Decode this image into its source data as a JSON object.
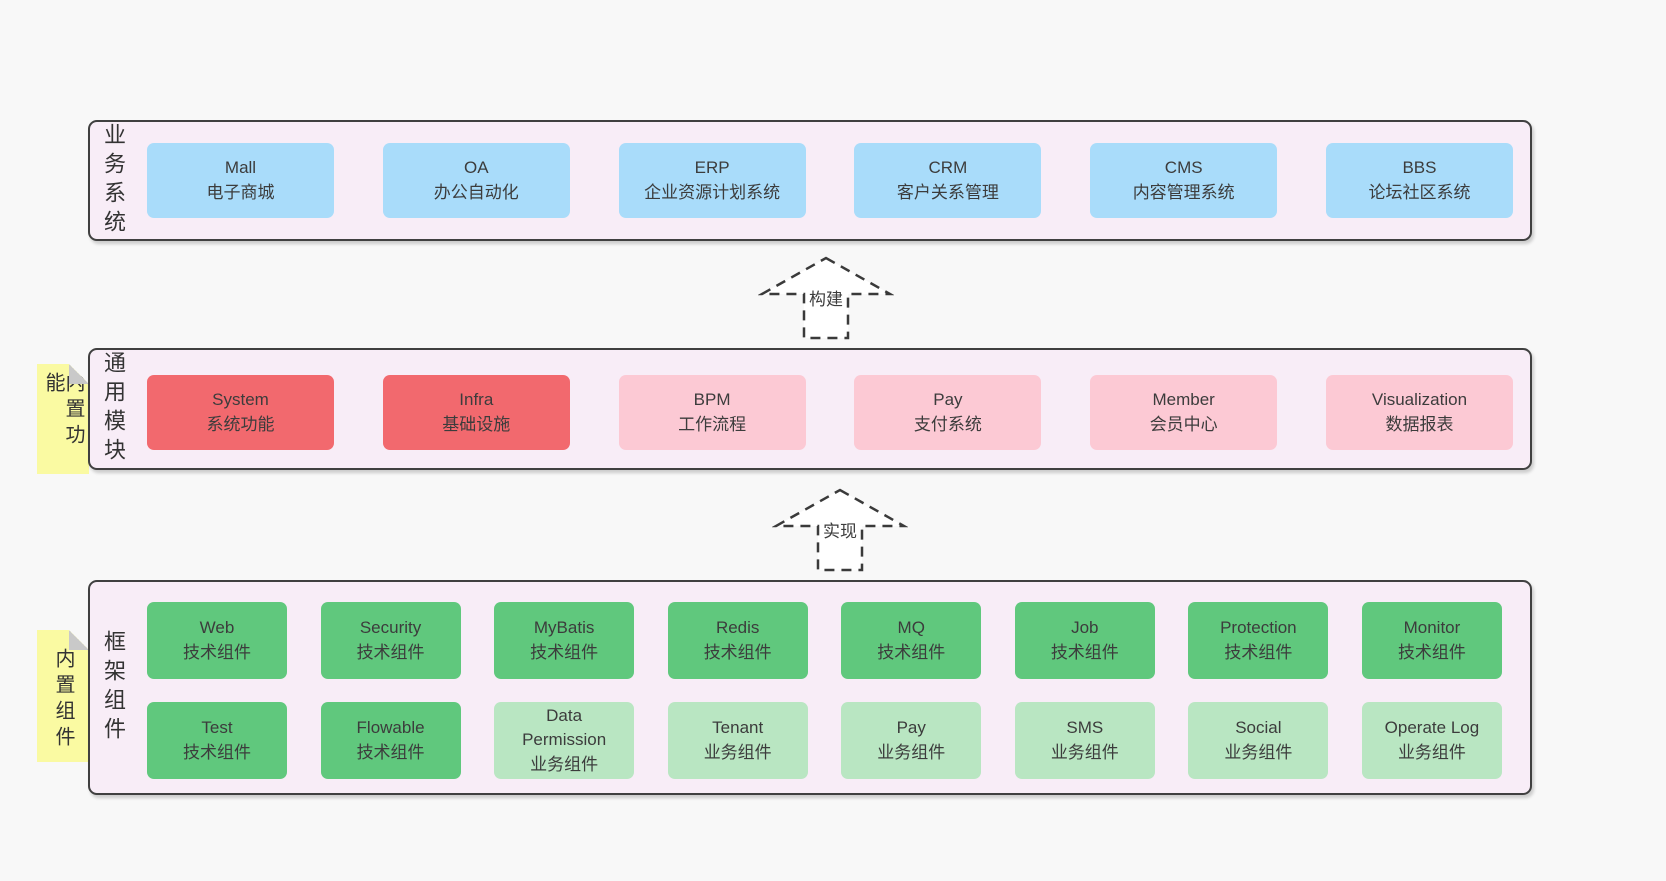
{
  "diagram": {
    "palette": {
      "page_bg": "#f8f8f8",
      "layer_bg": "#f8edf7",
      "layer_border": "#404040",
      "blue_box": "#a9dcfa",
      "red_box": "#f2696e",
      "pink_box": "#fcc9d4",
      "green_box": "#60c87d",
      "light_green_box": "#b9e6c2",
      "sticky_yellow": "#fafaa2",
      "sticky_fold_gray": "#c9c9c9",
      "text": "#3c3c3c"
    },
    "arrows": [
      {
        "label": "构建"
      },
      {
        "label": "实现"
      }
    ],
    "layers": {
      "business": {
        "side_label": "业务系统",
        "boxes": [
          {
            "en": "Mall",
            "zh": "电子商城",
            "variant": "blue"
          },
          {
            "en": "OA",
            "zh": "办公自动化",
            "variant": "blue"
          },
          {
            "en": "ERP",
            "zh": "企业资源计划系统",
            "variant": "blue"
          },
          {
            "en": "CRM",
            "zh": "客户关系管理",
            "variant": "blue"
          },
          {
            "en": "CMS",
            "zh": "内容管理系统",
            "variant": "blue"
          },
          {
            "en": "BBS",
            "zh": "论坛社区系统",
            "variant": "blue"
          }
        ]
      },
      "modules": {
        "side_label": "通用模块",
        "sticky_label": "内置功能",
        "boxes": [
          {
            "en": "System",
            "zh": "系统功能",
            "variant": "red"
          },
          {
            "en": "Infra",
            "zh": "基础设施",
            "variant": "red"
          },
          {
            "en": "BPM",
            "zh": "工作流程",
            "variant": "pink"
          },
          {
            "en": "Pay",
            "zh": "支付系统",
            "variant": "pink"
          },
          {
            "en": "Member",
            "zh": "会员中心",
            "variant": "pink"
          },
          {
            "en": "Visualization",
            "zh": "数据报表",
            "variant": "pink"
          }
        ]
      },
      "framework": {
        "side_label": "框架组件",
        "sticky_label": "内置组件",
        "rows": [
          [
            {
              "en": "Web",
              "zh": "技术组件",
              "variant": "green"
            },
            {
              "en": "Security",
              "zh": "技术组件",
              "variant": "green"
            },
            {
              "en": "MyBatis",
              "zh": "技术组件",
              "variant": "green"
            },
            {
              "en": "Redis",
              "zh": "技术组件",
              "variant": "green"
            },
            {
              "en": "MQ",
              "zh": "技术组件",
              "variant": "green"
            },
            {
              "en": "Job",
              "zh": "技术组件",
              "variant": "green"
            },
            {
              "en": "Protection",
              "zh": "技术组件",
              "variant": "green"
            },
            {
              "en": "Monitor",
              "zh": "技术组件",
              "variant": "green"
            }
          ],
          [
            {
              "en": "Test",
              "zh": "技术组件",
              "variant": "green"
            },
            {
              "en": "Flowable",
              "zh": "技术组件",
              "variant": "green"
            },
            {
              "en": "Data Permission",
              "zh": "业务组件",
              "variant": "lightgreen"
            },
            {
              "en": "Tenant",
              "zh": "业务组件",
              "variant": "lightgreen"
            },
            {
              "en": "Pay",
              "zh": "业务组件",
              "variant": "lightgreen"
            },
            {
              "en": "SMS",
              "zh": "业务组件",
              "variant": "lightgreen"
            },
            {
              "en": "Social",
              "zh": "业务组件",
              "variant": "lightgreen"
            },
            {
              "en": "Operate Log",
              "zh": "业务组件",
              "variant": "lightgreen"
            }
          ]
        ]
      }
    }
  }
}
